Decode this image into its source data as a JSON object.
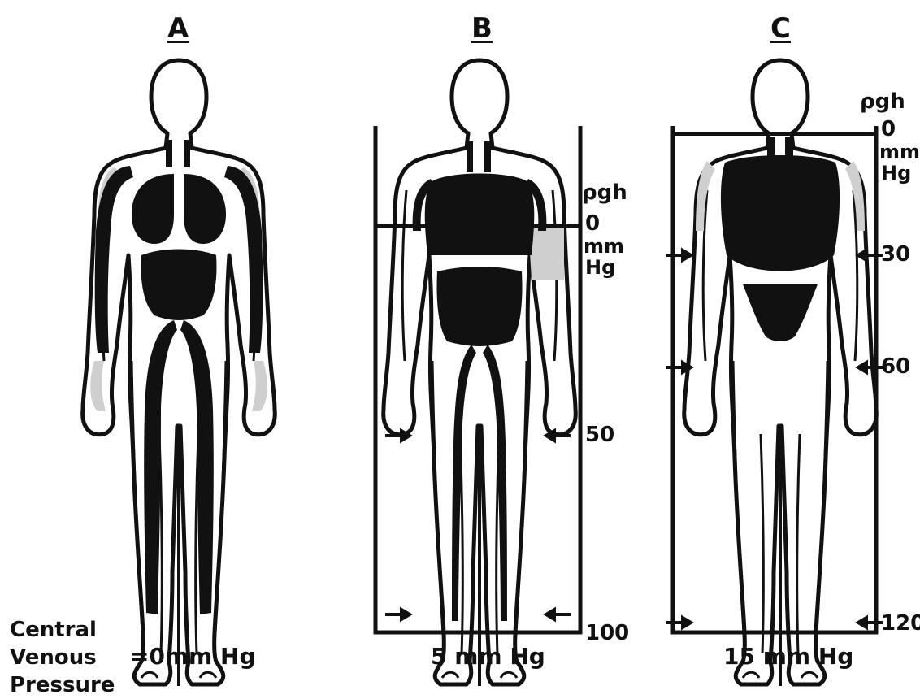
{
  "panels": {
    "a": {
      "letter": "A",
      "pressure": "=0mm Hg"
    },
    "b": {
      "letter": "B",
      "pressure": "5 mm Hg",
      "rho": "ρgh",
      "zero": "0",
      "unit1": "mm",
      "unit2": "Hg",
      "ticks": [
        "50",
        "100"
      ]
    },
    "c": {
      "letter": "C",
      "pressure": "15 mm Hg",
      "rho": "ρgh",
      "zero": "0",
      "unit1": "mm",
      "unit2": "Hg",
      "ticks": [
        "30",
        "60",
        "120"
      ]
    }
  },
  "cvp_label": [
    "Central",
    "Venous",
    "Pressure"
  ],
  "colors": {
    "ink": "#111111",
    "shade": "#cfcfcf",
    "paper": "#ffffff",
    "border": "#4a90c8"
  }
}
